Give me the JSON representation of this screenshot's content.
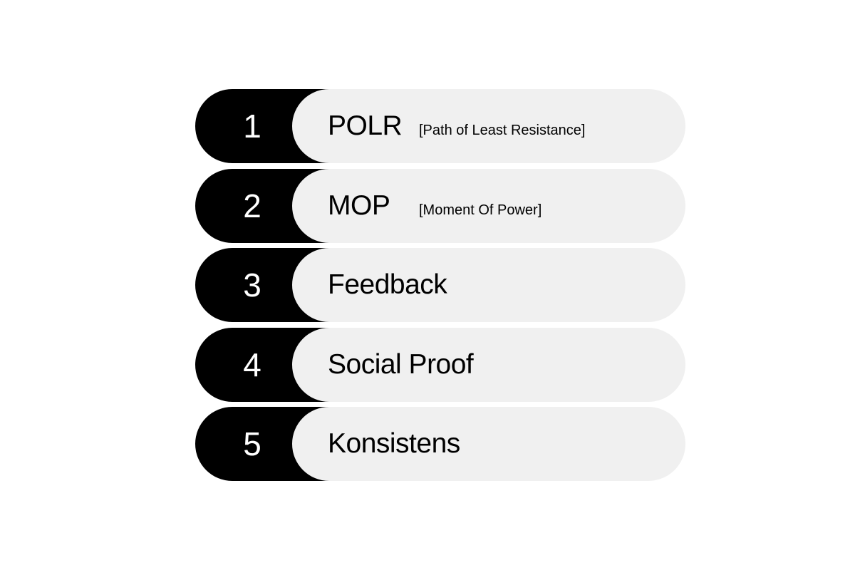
{
  "items": [
    {
      "number": "1",
      "label": "POLR",
      "sublabel": "[Path of Least Resistance]"
    },
    {
      "number": "2",
      "label": "MOP",
      "sublabel": "[Moment Of Power]"
    },
    {
      "number": "3",
      "label": "Feedback",
      "sublabel": ""
    },
    {
      "number": "4",
      "label": "Social Proof",
      "sublabel": ""
    },
    {
      "number": "5",
      "label": "Konsistens",
      "sublabel": ""
    }
  ],
  "colors": {
    "badge": "#000000",
    "badge_text": "#ffffff",
    "pill": "#f0f0f0",
    "text": "#000000"
  }
}
